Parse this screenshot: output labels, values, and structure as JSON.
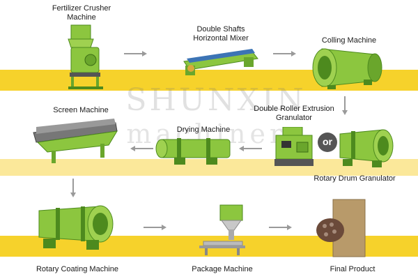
{
  "colors": {
    "band": "#f6d22b",
    "band_light": "#fbe89a",
    "machine_green": "#8cc63f",
    "machine_dark": "#4d8a1e",
    "arrow": "#9a9a9a"
  },
  "watermark": {
    "line1": "SHUNXIN",
    "line2": "machinery"
  },
  "steps": [
    {
      "label": "Fertilizer Crusher Machine",
      "icon": "crusher-icon"
    },
    {
      "label": "Double Shafts Horizontal Mixer",
      "icon": "mixer-icon"
    },
    {
      "label": "Colling Machine",
      "icon": "cooler-drum-icon"
    },
    {
      "label": "Double Roller Extrusion Granulator",
      "icon": "extrusion-granulator-icon"
    },
    {
      "label": "Rotary Drum Granulator",
      "icon": "drum-granulator-icon"
    },
    {
      "label": "Drying Machine",
      "icon": "dryer-drum-icon"
    },
    {
      "label": "Screen Machine",
      "icon": "screen-machine-icon"
    },
    {
      "label": "Rotary Coating Machine",
      "icon": "coating-drum-icon"
    },
    {
      "label": "Package Machine",
      "icon": "packaging-machine-icon"
    },
    {
      "label": "Final Product",
      "icon": "fertilizer-bag-icon"
    }
  ],
  "or_text": "or"
}
